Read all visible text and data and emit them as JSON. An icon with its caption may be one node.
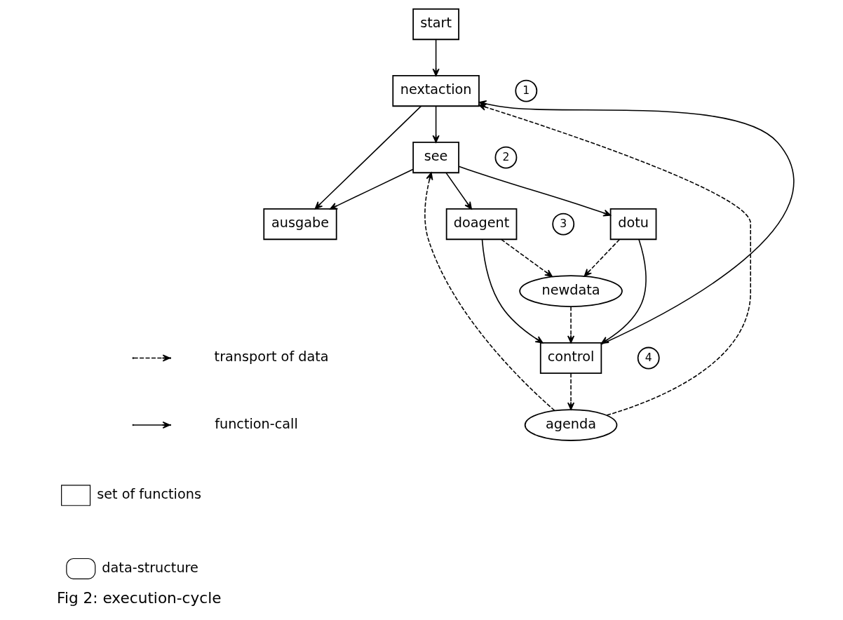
{
  "diagram": {
    "caption": "Fig 2: execution-cycle",
    "nodes": [
      {
        "text": [
          "start"
        ]
      },
      {
        "text": [
          "nextaction"
        ]
      },
      {
        "text": [
          "ausgabe"
        ]
      },
      {
        "text": [
          "agenda"
        ]
      },
      {
        "text": [
          "control"
        ]
      },
      {
        "text": [
          "see"
        ]
      },
      {
        "text": [
          "newdata"
        ]
      },
      {
        "text": [
          "doagent"
        ]
      },
      {
        "text": [
          "dotu"
        ]
      },
      {
        "text": [
          "1"
        ]
      },
      {
        "text": [
          "2"
        ]
      },
      {
        "text": [
          "3"
        ]
      },
      {
        "text": [
          "4"
        ]
      }
    ],
    "edges": [
      {
        "from": 0,
        "to": 1,
        "arrow": "to"
      },
      {
        "from": 1,
        "to": 2,
        "arrow": "to"
      },
      {
        "from": 1,
        "to": 5,
        "arrow": "to"
      },
      {
        "from": 5,
        "to": 2,
        "arrow": "to"
      },
      {
        "from": 3,
        "to": 1,
        "arrow": "to",
        "style": "dashed"
      },
      {
        "from": 4,
        "to": 3,
        "arrow": "to",
        "style": "dashed"
      },
      {
        "from": 3,
        "to": 5,
        "arrow": "to",
        "style": "dashed"
      },
      {
        "from": 6,
        "to": 4,
        "arrow": "to",
        "style": "dashed"
      },
      {
        "from": 4,
        "to": 1,
        "arrow": "to"
      },
      {
        "from": 5,
        "to": 7,
        "arrow": "to"
      },
      {
        "from": 5,
        "to": 8,
        "arrow": "to"
      },
      {
        "from": 7,
        "to": 4,
        "arrow": "to"
      },
      {
        "from": 8,
        "to": 4,
        "arrow": "to"
      },
      {
        "from": 7,
        "to": 6,
        "arrow": "to",
        "style": "dashed"
      },
      {
        "from": 8,
        "to": 6,
        "arrow": "to",
        "style": "dashed"
      }
    ],
    "legend": [
      {
        "text": "transport of data"
      },
      {
        "text": "function-call"
      },
      {
        "text": "set of functions"
      },
      {
        "text": "data-structure"
      }
    ]
  }
}
